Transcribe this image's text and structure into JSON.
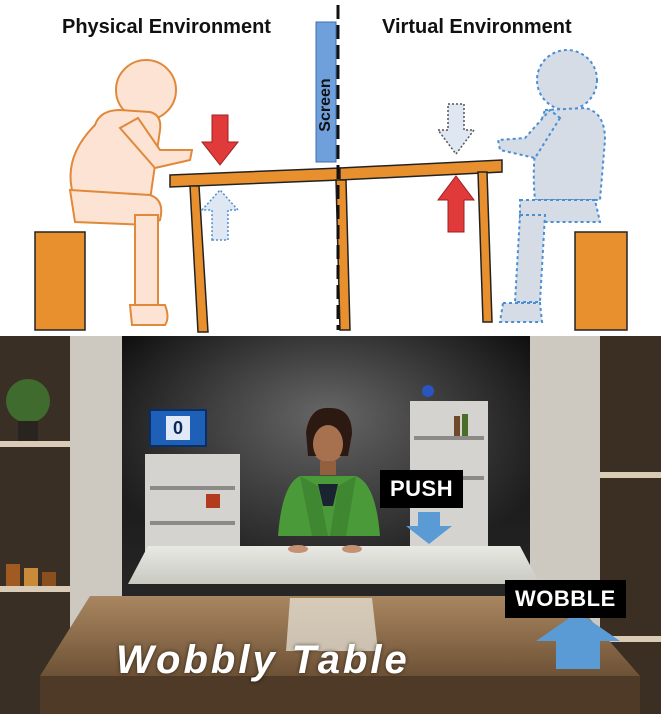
{
  "diagram": {
    "physical_label": "Physical Environment",
    "virtual_label": "Virtual Environment",
    "screen_label": "Screen"
  },
  "photo": {
    "push_label": "PUSH",
    "wobble_label": "WOBBLE",
    "title": "Wobbly Table",
    "scoreboard_value": "0"
  },
  "colors": {
    "orange": "#e8902e",
    "skin": "#fde3d3",
    "skin_stroke": "#e0893a",
    "virtual_fill": "#d6dce6",
    "virtual_stroke": "#4a8fd4",
    "screen_blue": "#6fa0dc",
    "red_arrow": "#e03a3a",
    "blue_arrow": "#5b9bd5"
  }
}
